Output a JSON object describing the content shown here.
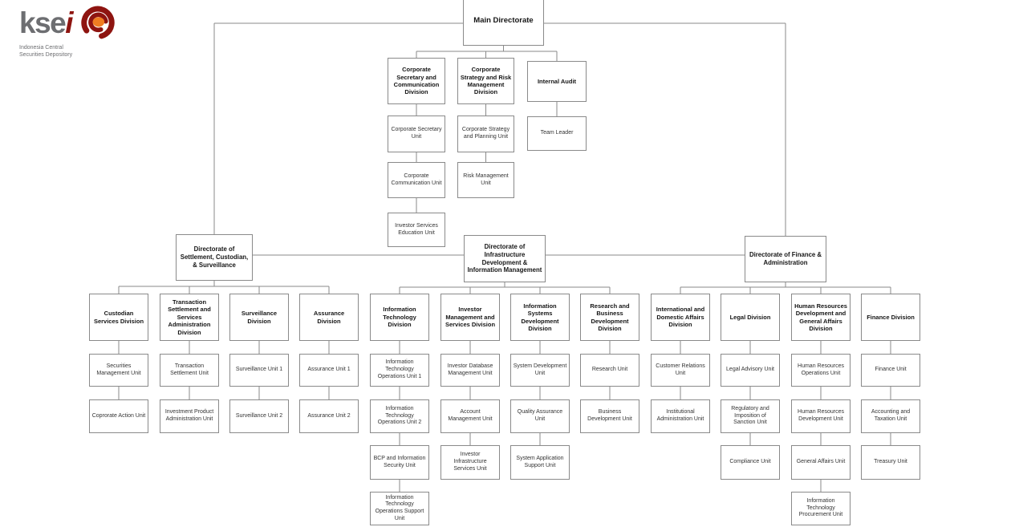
{
  "logo": {
    "wordmark_gray": "kse",
    "wordmark_red": "i",
    "tagline1": "Indonesia Central",
    "tagline2": "Securities Depository",
    "brand_red": "#8e1410",
    "brand_orange": "#ef7d22",
    "brand_gray": "#6d6e71"
  },
  "org": {
    "root": "Main Directorate",
    "staff": [
      {
        "label": "Corporate Secretary and Communication Division",
        "units": [
          "Corporate Secretary Unit",
          "Corporate Communication Unit",
          "Investor Services Education Unit"
        ]
      },
      {
        "label": "Corporate Strategy and Risk Management Division",
        "units": [
          "Corporate Strategy and Planning Unit",
          "Risk Management Unit"
        ]
      },
      {
        "label": "Internal Audit",
        "units": [
          "Team Leader"
        ]
      }
    ],
    "directorates": [
      {
        "label": "Directorate of Settlement, Custodian, & Surveillance",
        "divisions": [
          {
            "label": "Custodian Services Division",
            "units": [
              "Securities Management Unit",
              "Coprorate Action Unit"
            ]
          },
          {
            "label": "Transaction Settlement and Services Administration Division",
            "units": [
              "Transaction Settlement Unit",
              "Investment Product Administration Unit"
            ]
          },
          {
            "label": "Surveillance Division",
            "units": [
              "Surveillance Unit 1",
              "Surveillance Unit 2"
            ]
          },
          {
            "label": "Assurance Division",
            "units": [
              "Assurance Unit 1",
              "Assurance Unit 2"
            ]
          }
        ]
      },
      {
        "label": "Directorate of Infrastructure Development & Information Management",
        "divisions": [
          {
            "label": "Information Technology Division",
            "units": [
              "Information Technology Operations Unit 1",
              "Information Technology Operations Unit 2",
              "BCP and Information Security Unit",
              "Information Technology Operations Support Unit"
            ]
          },
          {
            "label": "Investor Management and Services Division",
            "units": [
              "Investor Database Management Unit",
              "Account Management Unit",
              "Investor Infrastructure Services Unit"
            ]
          },
          {
            "label": "Information Systems Development Division",
            "units": [
              "System Development Unit",
              "Quality Assurance Unit",
              "System Application Support Unit"
            ]
          },
          {
            "label": "Research and Business Development Division",
            "units": [
              "Research Unit",
              "Business Development Unit"
            ]
          }
        ]
      },
      {
        "label": "Directorate of Finance & Administration",
        "divisions": [
          {
            "label": "International and Domestic Affairs Division",
            "units": [
              "Customer Relations Unit",
              "Institutional Administration Unit"
            ]
          },
          {
            "label": "Legal Division",
            "units": [
              "Legal Advisory Unit",
              "Regulatory and Imposition of Sanction Unit",
              "Compliance Unit"
            ]
          },
          {
            "label": "Human Resources Development and General Affairs Division",
            "units": [
              "Human Resources Operations Unit",
              "Human Resources Development Unit",
              "General Affairs Unit",
              "Information Technology Procurement Unit"
            ]
          },
          {
            "label": "Finance Division",
            "units": [
              "Finance Unit",
              "Accounting and Taxation Unit",
              "Treasury Unit"
            ]
          }
        ]
      }
    ]
  }
}
